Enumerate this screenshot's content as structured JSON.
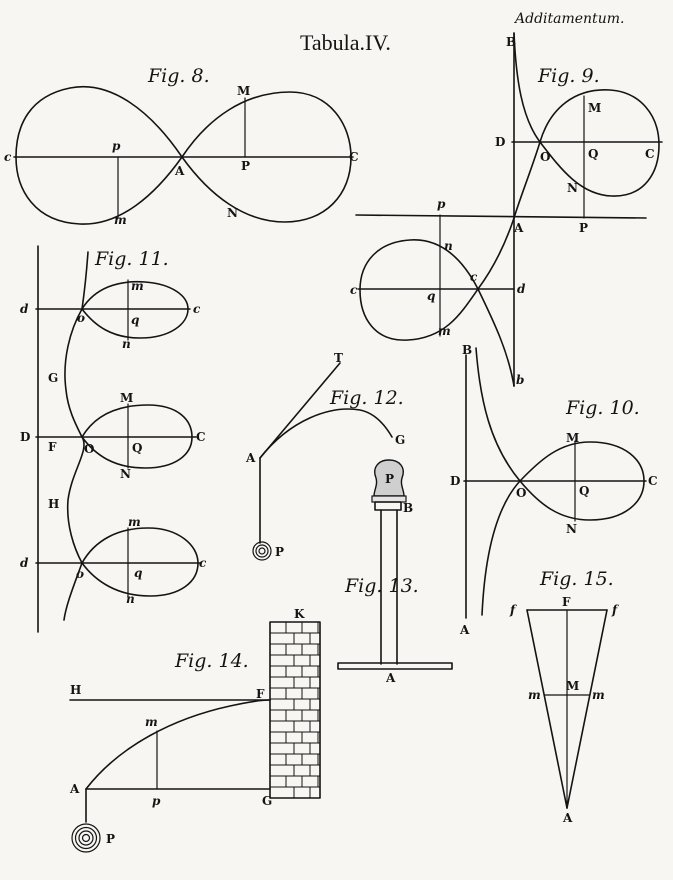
{
  "plate": {
    "title": "Tabula.IV.",
    "corner": "Additamentum."
  },
  "figures": {
    "fig8": {
      "caption": "Fig. 8.",
      "labels": {
        "c": "c",
        "p": "p",
        "A": "A",
        "m": "m",
        "M": "M",
        "P": "P",
        "C": "C",
        "N": "N"
      }
    },
    "fig9": {
      "caption": "Fig. 9.",
      "labels": {
        "B": "B",
        "M": "M",
        "D": "D",
        "O": "O",
        "Q": "Q",
        "C": "C",
        "N": "N",
        "p": "p",
        "A": "A",
        "P": "P",
        "n": "n",
        "c1": "c",
        "q": "q",
        "c2": "c",
        "d": "d",
        "m": "m",
        "b": "b"
      }
    },
    "fig10": {
      "caption": "Fig. 10.",
      "labels": {
        "B": "B",
        "M": "M",
        "D": "D",
        "O": "O",
        "Q": "Q",
        "C": "C",
        "N": "N",
        "A": "A"
      }
    },
    "fig11": {
      "caption": "Fig. 11.",
      "labels": {
        "d1": "d",
        "m1": "m",
        "o1": "o",
        "q1": "q",
        "c1": "c",
        "n1": "n",
        "G": "G",
        "M": "M",
        "D": "D",
        "F": "F",
        "O": "O",
        "Q": "Q",
        "C": "C",
        "N": "N",
        "H": "H",
        "m2": "m",
        "d2": "d",
        "o2": "o",
        "q2": "q",
        "c2": "c",
        "n2": "n"
      }
    },
    "fig12": {
      "caption": "Fig. 12.",
      "labels": {
        "T": "T",
        "A": "A",
        "G": "G",
        "P": "P"
      }
    },
    "fig13": {
      "caption": "Fig. 13.",
      "labels": {
        "P": "P",
        "B": "B",
        "A": "A"
      }
    },
    "fig14": {
      "caption": "Fig. 14.",
      "labels": {
        "K": "K",
        "H": "H",
        "F": "F",
        "m": "m",
        "A": "A",
        "p": "p",
        "G": "G",
        "P": "P"
      }
    },
    "fig15": {
      "caption": "Fig. 15.",
      "labels": {
        "f1": "f",
        "F": "F",
        "f2": "f",
        "m1": "m",
        "M": "M",
        "m2": "m",
        "A": "A"
      }
    }
  }
}
